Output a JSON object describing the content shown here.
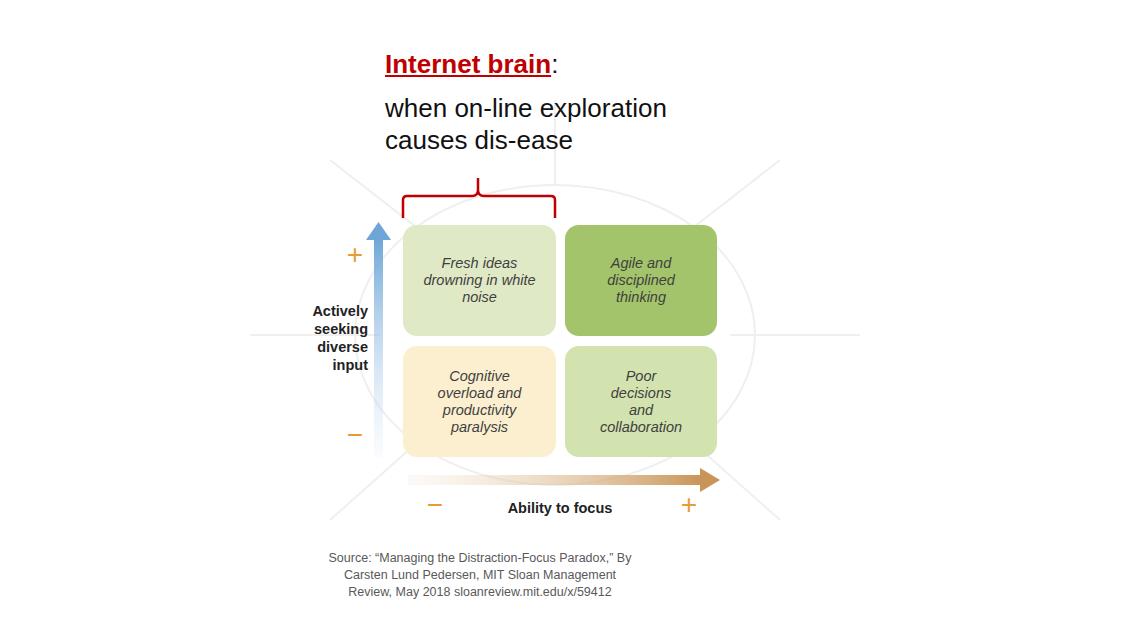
{
  "diagram": {
    "title": "Internet brain",
    "caption": "Source: “Managing the Distraction-Focus Paradox,” By Carsten Lund Pedersen, MIT Sloan Management Review, May 2018 sloanreview.mit.edu/x/59412",
    "nodes": [
      {
        "text": [
          "Fresh ideas drowning in white noise"
        ]
      },
      {
        "text": [
          "Agile and disciplined thinking"
        ]
      },
      {
        "text": [
          "Cognitive overload and productivity paralysis"
        ]
      },
      {
        "text": [
          "Poor decisions and collaboration"
        ]
      }
    ],
    "edges": [],
    "labels": [
      ":",
      "when on-line exploration causes dis-ease",
      "+",
      "Actively seeking diverse input",
      "−",
      "−",
      "Ability to focus",
      "+"
    ]
  }
}
